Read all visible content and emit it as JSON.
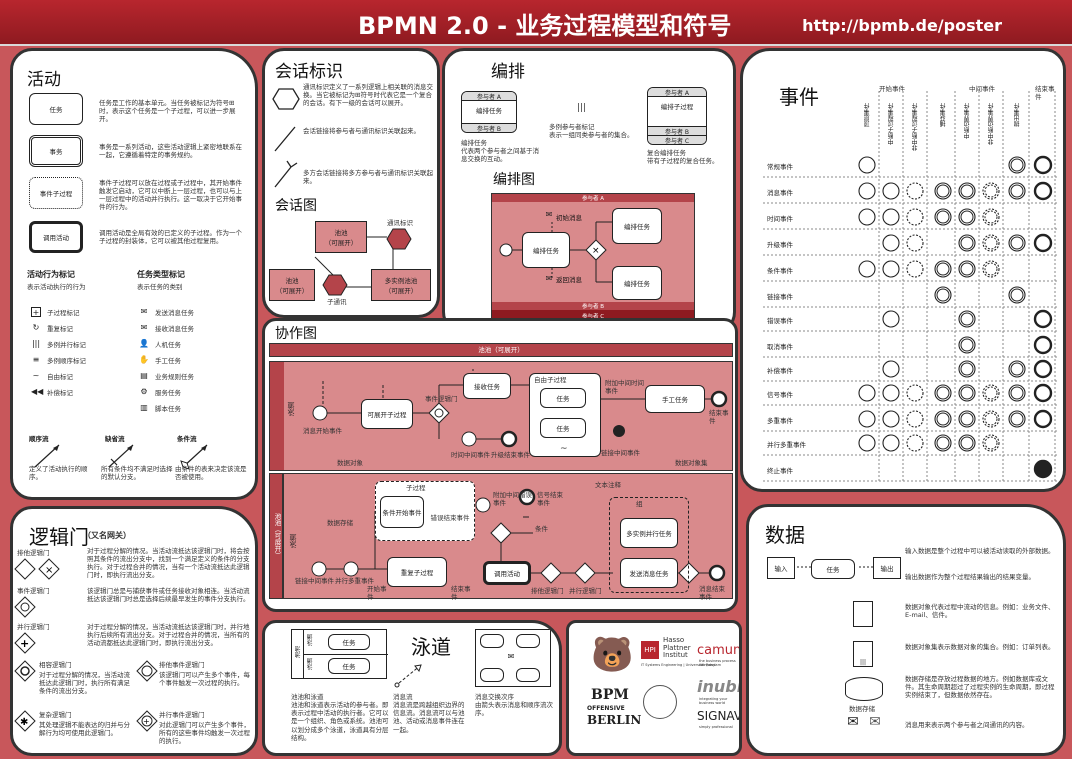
{
  "header": {
    "title": "BPMN 2.0 - 业务过程模型和符号",
    "url": "http://bpmb.de/poster"
  },
  "activities": {
    "title": "活动",
    "rows": [
      {
        "label": "任务",
        "desc": "任务是工作的基本单元。当任务被标记为符号⊞时，表示这个任务是一个子过程，可以进一步展开。"
      },
      {
        "label": "事务",
        "desc": "事务是一系列活动，这些活动逻辑上紧密地联系在一起，它遵循着特定的事务规约。"
      },
      {
        "label": "事件子过程",
        "desc": "事件子过程可以放在过程或子过程中，其开始事件触发它启动，它可以中断上一层过程，也可以与上一层过程中的活动并行执行。这一取决于它开始事件的行为。"
      },
      {
        "label": "调用活动",
        "desc": "调用活动是全局有效的已定义的子过程。作为一个子过程的封装体，它可以被其他过程复用。"
      }
    ],
    "marker_title": "活动行为标记",
    "marker_sub": "表示活动执行的行为",
    "markers": [
      "子过程标记",
      "重复标记",
      "多例并行标记",
      "多例顺序标记",
      "自由标记",
      "补偿标记"
    ],
    "task_title": "任务类型标记",
    "task_sub": "表示任务的类别",
    "task_types": [
      "发送消息任务",
      "接收消息任务",
      "人机任务",
      "手工任务",
      "业务规则任务",
      "服务任务",
      "脚本任务"
    ],
    "flows": [
      {
        "name": "顺序流",
        "desc": "定义了活动执行的顺序。"
      },
      {
        "name": "缺省流",
        "desc": "所有条件均不满足时选择的默认分支。"
      },
      {
        "name": "条件流",
        "desc": "由条件的表来决定该流是否被使用。"
      }
    ]
  },
  "conversation": {
    "title": "会话标识",
    "items": [
      "通讯标识定义了一系列逻辑上相关联的消息交换。当它被标记为⊞符号时代表它是一个复合的会话。有下一级的会话可以展开。",
      "会话链接将参与者与通讯标识关联起来。",
      "多方会话链接将多方参与者与通讯标识关联起来。"
    ],
    "diagram_title": "会话图",
    "d_pool1": "池池\n（可展开）",
    "d_pool2": "池池\n（可展开）",
    "d_pool3": "多实例池池\n（可展开）",
    "d_sub": "子通讯",
    "d_comm": "通讯标识"
  },
  "choreography": {
    "title": "编排",
    "p_a": "参与者 A",
    "p_b": "参与者 B",
    "p_c": "参与者 C",
    "task": "编排任务",
    "sub": "编排子过程",
    "desc1": "编排任务\n代表两个参与者之间基于消息交换的互动。",
    "desc2": "多例参与者标记\n表示一组同类参与者的集合。",
    "desc3": "复合编排任务\n带有子过程的复合任务。",
    "marker": "|||",
    "diagram_title": "编排图",
    "d_pa": "参与者 A",
    "d_pb": "参与者 B",
    "d_pc": "参与者 C",
    "d_msg1": "初始消息",
    "d_msg2": "返回消息",
    "d_task": "编排任务"
  },
  "collab": {
    "title": "协作图",
    "pool1": "池池（可展开）",
    "pool2": "池池（可展开）",
    "lane1": "泳道",
    "lane2": "泳道",
    "lbl_start": "消息开始事件",
    "lbl_sub": "可展开子过程",
    "lbl_evgw": "事件逻辑门",
    "lbl_recv": "接收任务",
    "lbl_adhoc": "自由子过程",
    "lbl_task": "任务",
    "lbl_attach": "附加中间时间事件",
    "lbl_manual": "手工任务",
    "lbl_end": "结束事件",
    "lbl_timer": "时间中间事件",
    "lbl_esc": "升级结束事件",
    "lbl_link": "链接中间事件",
    "lbl_data": "数据对象",
    "lbl_dataset": "数据对象集",
    "lbl_store": "数据存储",
    "lbl_subp": "子过程",
    "lbl_cond": "条件开始事件",
    "lbl_errend": "错误结束事件",
    "lbl_errattach": "附加中间错误事件",
    "lbl_signal": "信号结束事件",
    "lbl_comment": "文本注释",
    "lbl_group": "组",
    "lbl_link2": "链接中间事件",
    "lbl_parstart": "并行多重事件",
    "lbl_reexp": "重复子过程",
    "lbl_startev": "开始事件",
    "lbl_endev": "结束事件",
    "lbl_call": "调用活动",
    "lbl_exgw": "排他逻辑门",
    "lbl_pargw": "并行逻辑门",
    "lbl_multi": "多实例并行任务",
    "lbl_send": "发送消息任务",
    "lbl_msgend": "消息结束事件",
    "lbl_cond2": "条件"
  },
  "events": {
    "title": "事件",
    "groups": [
      "开始事件",
      "中间事件",
      "结束事件"
    ],
    "cols": [
      "顶层事件",
      "中断子过程事件",
      "非中断子过程事件",
      "捕获事件",
      "中断边界事件",
      "非中断边界事件",
      "抛出事件"
    ],
    "rows": [
      "常规事件",
      "消息事件",
      "时间事件",
      "升级事件",
      "条件事件",
      "链接事件",
      "错误事件",
      "取消事件",
      "补偿事件",
      "信号事件",
      "多重事件",
      "并行多重事件",
      "终止事件"
    ]
  },
  "gateways": {
    "title": "逻辑门",
    "subtitle": "（又名网关）",
    "items": [
      {
        "name": "排他逻辑门",
        "desc": "对于过程分解的情况。当活动流抵达该逻辑门时，将会按照其条件的流出分支中，找到一个满足定义的条件的分支执行。对于过程合并的情况，当有一个活动流抵达此逻辑门时，即执行流出分支。"
      },
      {
        "name": "事件逻辑门",
        "desc": "该逻辑门总是与捕获事件或任务接收对象相连。当活动流抵达该逻辑门时总是选择后续最早发生的事件分支执行。"
      },
      {
        "name": "并行逻辑门",
        "desc": "对于过程分解的情况，当活动流抵达该逻辑门时，并行地执行后续所有流出分支。对于过程合并的情况，当所有的活动流都抵达此逻辑门时，即执行流出分支。"
      },
      {
        "name": "相容逻辑门",
        "desc": "对于过程分解的情况，当活动流抵达此逻辑门时，执行所有满足条件的流出分支。"
      },
      {
        "name": "排他事件逻辑门",
        "desc": "该逻辑门可以产生多个事件，每个事件触发一次过程的执行。"
      },
      {
        "name": "复杂逻辑门",
        "desc": "其处理逻辑不能表达的归并与分解行为均可使用此逻辑门。"
      },
      {
        "name": "并行事件逻辑门",
        "desc": "对此逻辑门可以产生多个事件，所有的这些事件均触发一次过程的执行。"
      }
    ]
  },
  "swimlanes": {
    "title": "泳道",
    "pool": "池池",
    "lane": "泳道",
    "task": "任务",
    "desc1": "池池和泳道\n池池和泳道表示活动的参与者。即表示过程中活动的执行者。它可以是一个组织、角色或系统。池池可以划分成多个泳道，泳道具有分层结构。",
    "desc2": "消息流\n消息流是跨越组织边界的信息流。消息流可以与池池、活动或消息事件连在一起。",
    "desc3": "消息交换次序\n由箭头表示消息和顺序流次序。"
  },
  "data": {
    "title": "数据",
    "input": "输入",
    "output": "输出",
    "task": "任务",
    "store": "数据存储",
    "descs": [
      "输入数据是整个过程中可以被活动读取的外部数据。",
      "输出数据作为整个过程结果输出的结果变量。",
      "数据对象代表过程中流动的信息。例如：业务文件、E-mail、信件。",
      "数据对象集表示数据对象的集合。例如：订单列表。",
      "数据存储是存放过程数据的地方。例如数据库或文件。其生命周期超过了过程实例的生命周期，即过程实例结束了，但数据依然存在。",
      "消息用来表示两个参与者之间通讯的内容。"
    ]
  },
  "logos": {
    "bpm1": "BPM",
    "bpm2": "OFFENSIVE",
    "bpm3": "BERLIN",
    "hpi1": "Hasso",
    "hpi2": "Plattner",
    "hpi3": "Institut",
    "hpi_sub": "IT Systems Engineering | Universität Potsdam",
    "camunda": "camunda",
    "camunda_sub": "the business process company",
    "inubit": "inubit",
    "inubit_sub": "integrating your business world",
    "signavio": "SIGNAVIO",
    "signavio_sub": "simply professional"
  }
}
